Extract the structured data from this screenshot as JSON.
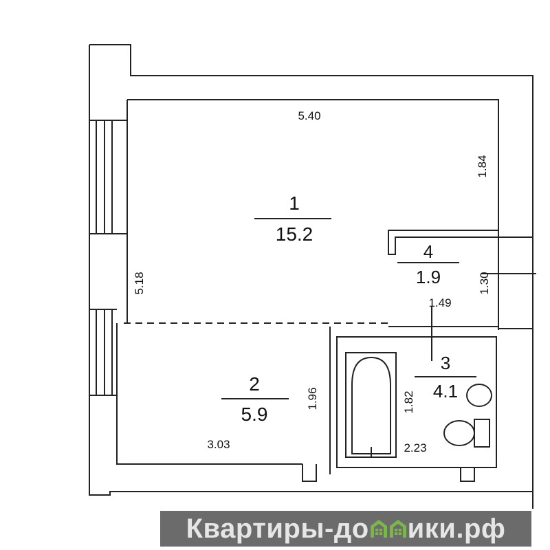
{
  "rooms": [
    {
      "number": "1",
      "area": "15.2"
    },
    {
      "number": "2",
      "area": "5.9"
    },
    {
      "number": "3",
      "area": "4.1"
    },
    {
      "number": "4",
      "area": "1.9"
    }
  ],
  "dimensions": {
    "room1_width": "5.40",
    "room1_length": "5.18",
    "room1_right": "1.84",
    "room4_height": "1.30",
    "room4_width": "1.49",
    "room2_width": "3.03",
    "room2_height": "1.96",
    "room3_height": "1.82",
    "room3_width": "2.23"
  },
  "banner": {
    "text_left": "Квартиры-до",
    "text_right": "ики.рф",
    "accent": "#7ab648",
    "background": "#6b6b6b"
  }
}
